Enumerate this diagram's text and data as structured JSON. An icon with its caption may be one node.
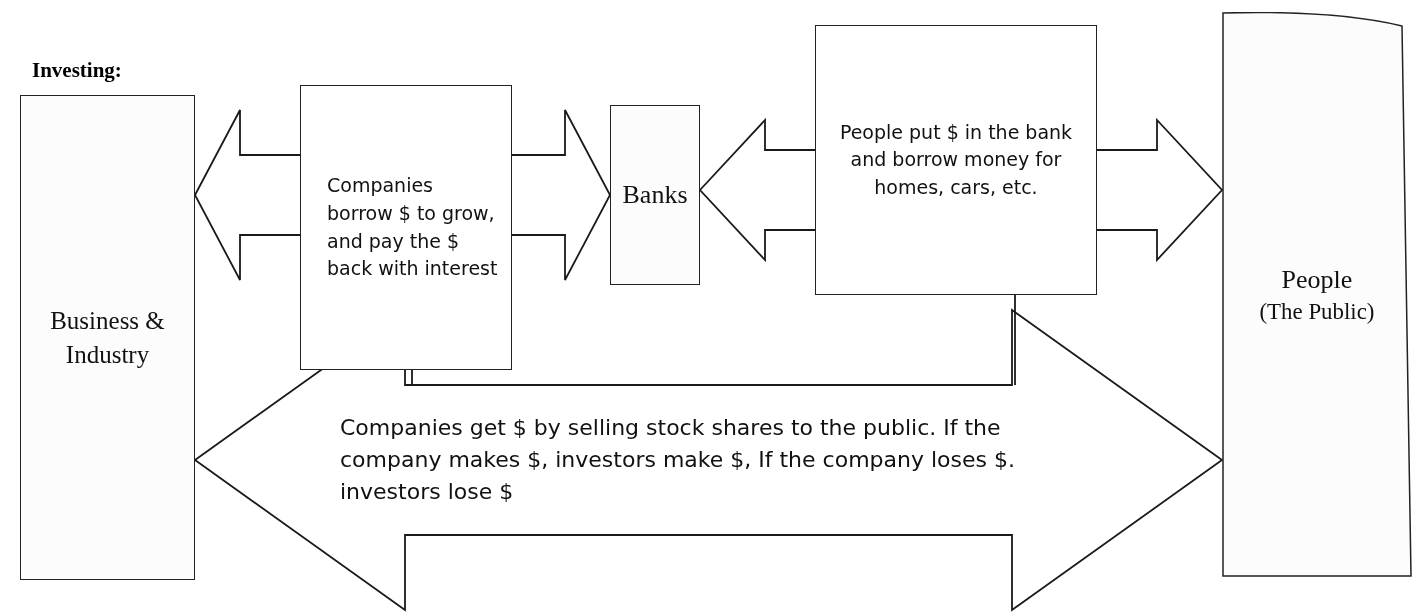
{
  "diagram": {
    "title": "Investing:",
    "nodes": [
      {
        "text": [
          "Business & Industry"
        ]
      },
      {
        "text": [
          "Banks"
        ]
      },
      {
        "text": [
          "People",
          "(The Public)"
        ]
      }
    ],
    "edges": [
      {
        "from": 0,
        "to": 1,
        "arrow": "both",
        "label": "Companies borrow $ to grow, and pay the $ back with interest"
      },
      {
        "from": 1,
        "to": 2,
        "arrow": "both",
        "label": "People put $ in the bank and borrow money for homes, cars, etc."
      },
      {
        "from": 0,
        "to": 2,
        "arrow": "both",
        "label": "Companies get $ by selling stock shares to the public. If the company makes $, investors make $, If the company loses $. investors lose $"
      }
    ]
  }
}
